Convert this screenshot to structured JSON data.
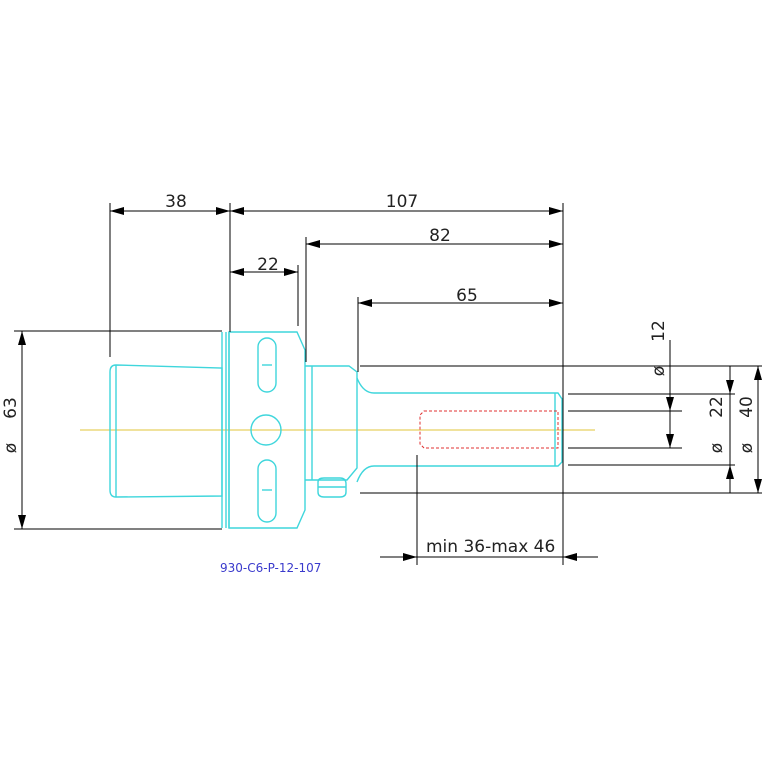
{
  "drawing": {
    "part_number": "930-C6-P-12-107",
    "colors": {
      "outline": "#3fd6dc",
      "dimension": "#000000",
      "centerline": "#e8d060",
      "thread": "#e03030",
      "part_number": "#3a3acc"
    },
    "dimensions": {
      "d38": "38",
      "d107": "107",
      "d82": "82",
      "d22_len": "22",
      "d65": "65",
      "dia12": "12",
      "dia22": "22",
      "dia40": "40",
      "dia63": "63",
      "clamp_range": "min 36-max 46",
      "dia_symbol": "ø"
    }
  }
}
